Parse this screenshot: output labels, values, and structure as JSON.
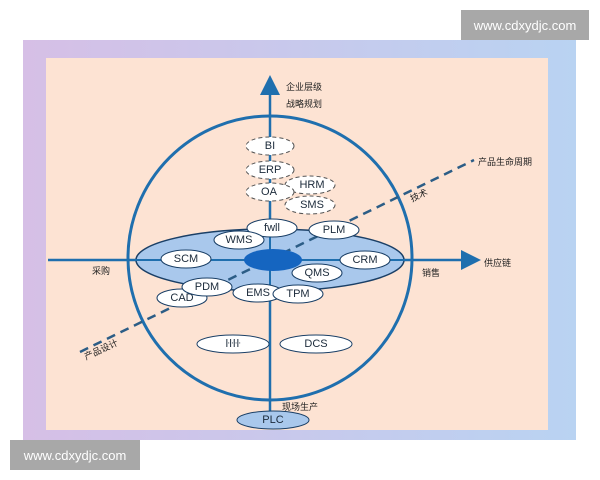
{
  "watermark": {
    "top": "www.cdxydjc.com",
    "bottom": "www.cdxydjc.com"
  },
  "colors": {
    "axis": "#1f6fae",
    "ellipse_fill": "#a9c8ec",
    "center": "#1565c0",
    "panel": "#fde3d3",
    "frame": "#c7c0e6"
  },
  "axes": {
    "top": [
      "企业层级",
      "战略规划"
    ],
    "left": "采购",
    "right_arrow": "供应链",
    "right": "销售",
    "bottom": "现场生产",
    "diag_end": "产品生命周期",
    "diag_upper": "技术",
    "diag_lower": "产品设计"
  },
  "nodes": {
    "bi": "BI",
    "erp": "ERP",
    "oa": "OA",
    "hrm": "HRM",
    "sms": "SMS",
    "top_obscured": "fwll",
    "plm": "PLM",
    "wms": "WMS",
    "scm": "SCM",
    "crm": "CRM",
    "qms": "QMS",
    "pdm": "PDM",
    "cad": "CAD",
    "ems": "EMS",
    "tpm": "TPM",
    "bottom_obscured": "ŀŀŀŀ",
    "dcs": "DCS",
    "plc": "PLC"
  }
}
